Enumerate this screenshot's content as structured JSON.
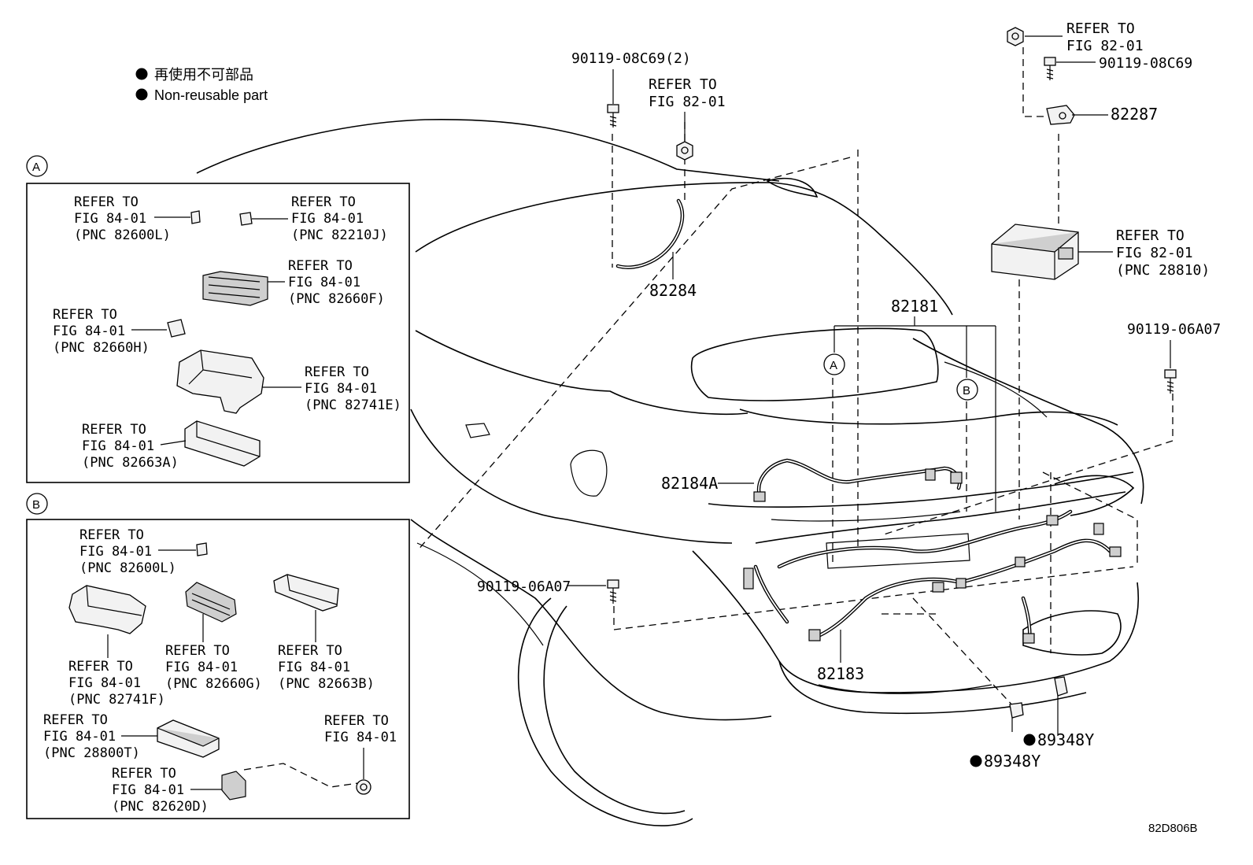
{
  "legend": {
    "line_jp": "再使用不可部品",
    "line_en": "Non-reusable part"
  },
  "refer_to": "REFER TO",
  "box_a": {
    "marker": "A",
    "callouts": [
      {
        "fig": "FIG 84-01",
        "pnc": "(PNC 82600L)"
      },
      {
        "fig": "FIG 84-01",
        "pnc": "(PNC 82210J)"
      },
      {
        "fig": "FIG 84-01",
        "pnc": "(PNC 82660F)"
      },
      {
        "fig": "FIG 84-01",
        "pnc": "(PNC 82660H)"
      },
      {
        "fig": "FIG 84-01",
        "pnc": "(PNC 82741E)"
      },
      {
        "fig": "FIG 84-01",
        "pnc": "(PNC 82663A)"
      }
    ]
  },
  "box_b": {
    "marker": "B",
    "callouts": [
      {
        "fig": "FIG 84-01",
        "pnc": "(PNC 82600L)"
      },
      {
        "fig": "FIG 84-01",
        "pnc": "(PNC 82741F)"
      },
      {
        "fig": "FIG 84-01",
        "pnc": "(PNC 82660G)"
      },
      {
        "fig": "FIG 84-01",
        "pnc": "(PNC 82663B)"
      },
      {
        "fig": "FIG 84-01",
        "pnc": "(PNC 28800T)"
      },
      {
        "fig": "FIG 84-01",
        "pnc": "(PNC 82620D)"
      },
      {
        "fig": "FIG 84-01",
        "pnc": ""
      }
    ]
  },
  "main": {
    "bolt_top": "90119-08C69(2)",
    "refer_center": {
      "fig": "FIG 82-01"
    },
    "part_82284": "82284",
    "part_82181": "82181",
    "marker_a": "A",
    "marker_b": "B",
    "part_82184a": "82184A",
    "bolt_left": "90119-06A07",
    "part_82183": "82183",
    "refer_top_right": {
      "fig": "FIG 82-01"
    },
    "bolt_top_right": "90119-08C69",
    "part_82287": "82287",
    "refer_ecu": {
      "fig": "FIG 82-01",
      "pnc": "(PNC 28810)"
    },
    "bolt_right": "90119-06A07",
    "clip_right": "89348Y",
    "clip_left": "89348Y",
    "figure_code": "82D806B"
  }
}
